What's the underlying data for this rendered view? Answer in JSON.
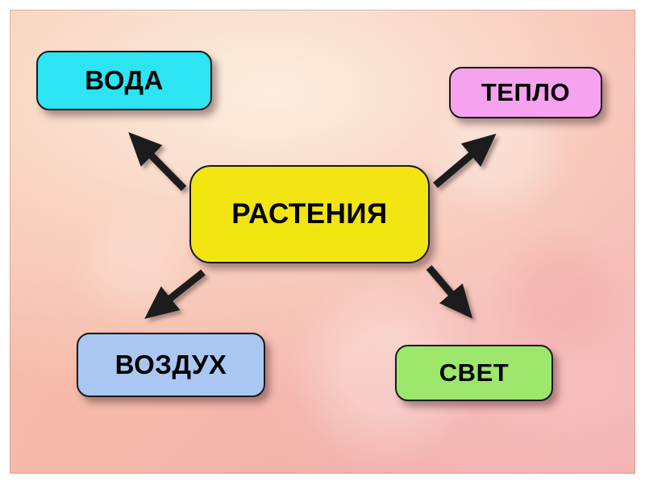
{
  "diagram": {
    "center": {
      "label": "РАСТЕНИЯ",
      "bg": "#f2e512"
    },
    "nodes": [
      {
        "id": "voda",
        "label": "ВОДА",
        "bg": "#2ce4f2"
      },
      {
        "id": "teplo",
        "label": "ТЕПЛО",
        "bg": "#f6a2ef"
      },
      {
        "id": "vozduh",
        "label": "ВОЗДУХ",
        "bg": "#a9c7f1"
      },
      {
        "id": "svet",
        "label": "СВЕТ",
        "bg": "#9de76c"
      }
    ],
    "arrow_color": "#1c1c1c",
    "text_color": "#000000"
  }
}
